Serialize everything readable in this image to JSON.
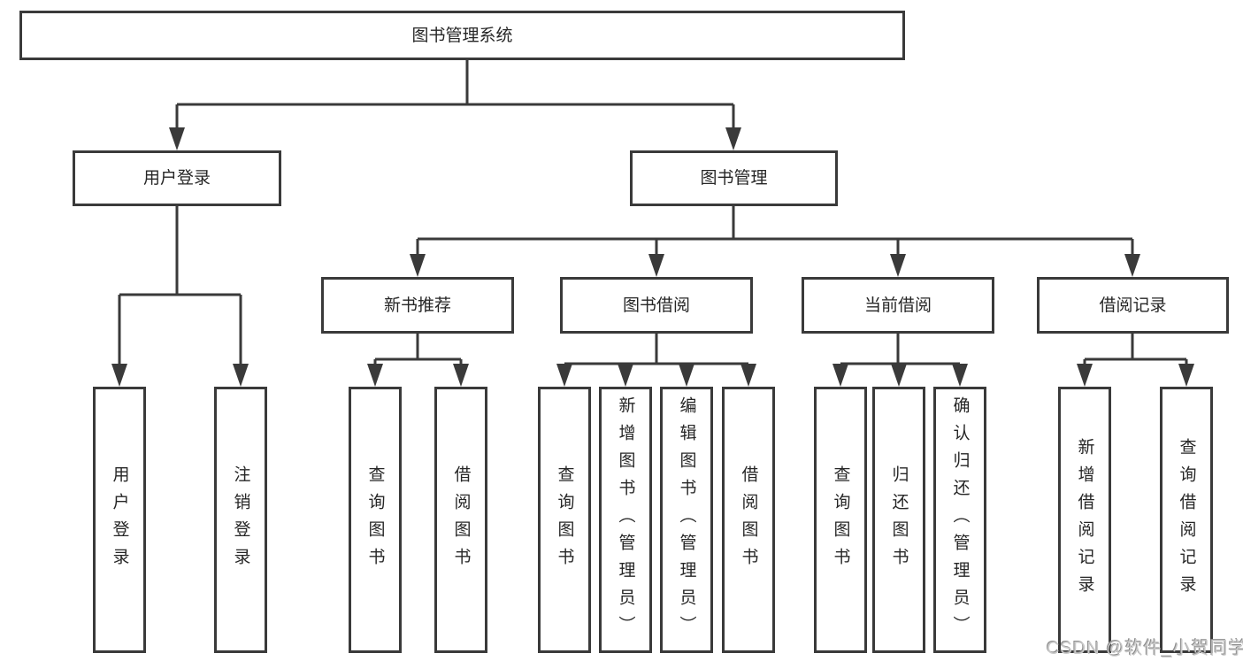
{
  "diagram": {
    "tree": {
      "label": "图书管理系统",
      "children": [
        {
          "label": "用户登录",
          "children": [
            {
              "label": "用户登录"
            },
            {
              "label": "注销登录"
            }
          ]
        },
        {
          "label": "图书管理",
          "children": [
            {
              "label": "新书推荐",
              "children": [
                {
                  "label": "查询图书"
                },
                {
                  "label": "借阅图书"
                }
              ]
            },
            {
              "label": "图书借阅",
              "children": [
                {
                  "label": "查询图书"
                },
                {
                  "label": "新增图书（管理员）"
                },
                {
                  "label": "编辑图书（管理员）"
                },
                {
                  "label": "借阅图书"
                }
              ]
            },
            {
              "label": "当前借阅",
              "children": [
                {
                  "label": "查询图书"
                },
                {
                  "label": "归还图书"
                },
                {
                  "label": "确认归还（管理员）"
                }
              ]
            },
            {
              "label": "借阅记录",
              "children": [
                {
                  "label": "新增借阅记录"
                },
                {
                  "label": "查询借阅记录"
                }
              ]
            }
          ]
        }
      ]
    },
    "colors": {
      "line": "#3a3a3a",
      "box_border": "#3a3a3a",
      "text": "#262626",
      "background": "#ffffff",
      "watermark_text": "#c9c9c9"
    }
  },
  "watermark": {
    "text": "CSDN @软件_小贺同学"
  }
}
